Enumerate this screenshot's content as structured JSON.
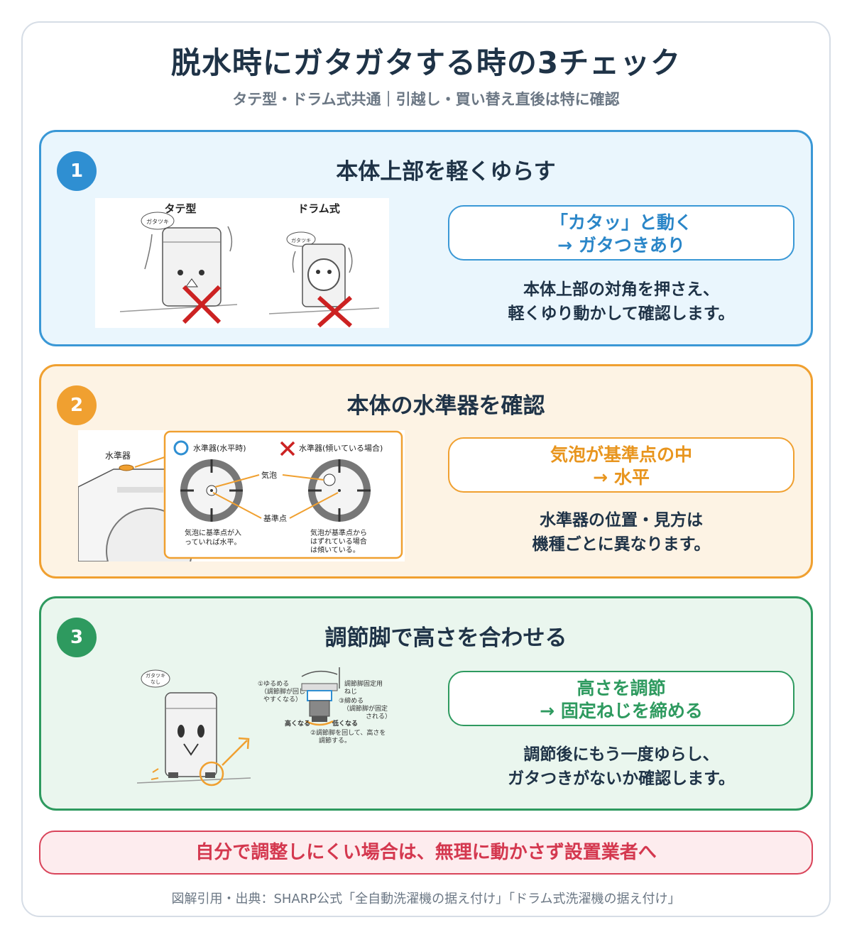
{
  "header": {
    "title": "脱水時にガタガタする時の3チェック",
    "subtitle": "タテ型・ドラム式共通｜引越し・買い替え直後は特に確認"
  },
  "checks": [
    {
      "number": "1",
      "title": "本体上部を軽くゆらす",
      "illustration": {
        "label_left": "タテ型",
        "label_right": "ドラム式",
        "bubble": "ガタツキ"
      },
      "highlight": [
        "「カタッ」と動く",
        "→ ガタつきあり"
      ],
      "description": [
        "本体上部の対角を押さえ、",
        "軽くゆり動かして確認します。"
      ]
    },
    {
      "number": "2",
      "title": "本体の水準器を確認",
      "illustration": {
        "device_label": "水準器",
        "ok_label": "水準器(水平時)",
        "ng_label": "水準器(傾いている場合)",
        "bubble_label": "気泡",
        "base_label": "基準点",
        "ok_note": [
          "気泡に基準点が入",
          "っていれば水平。"
        ],
        "ng_note": [
          "気泡が基準点から",
          "はずれている場合",
          "は傾いている。"
        ]
      },
      "highlight": [
        "気泡が基準点の中",
        "→ 水平"
      ],
      "description": [
        "水準器の位置・見方は",
        "機種ごとに異なります。"
      ]
    },
    {
      "number": "3",
      "title": "調節脚で高さを合わせる",
      "illustration": {
        "bubble": [
          "ガタツキ",
          "なし"
        ],
        "step1": [
          "①ゆるめる",
          "（調節脚が回し",
          "やすくなる）"
        ],
        "screw": [
          "調節脚固定用",
          "ねじ"
        ],
        "step3": [
          "③締める",
          "（調節脚が固定",
          "される）"
        ],
        "higher": "高くなる",
        "lower": "低くなる",
        "step2": [
          "②調節脚を回して、高さを",
          "調節する。"
        ]
      },
      "highlight": [
        "高さを調節",
        "→ 固定ねじを締める"
      ],
      "description": [
        "調節後にもう一度ゆらし、",
        "ガタつきがないか確認します。"
      ]
    }
  ],
  "warning": "自分で調整しにくい場合は、無理に動かさず設置業者へ",
  "source": "図解引用・出典：SHARP公式「全自動洗濯機の据え付け」「ドラム式洗濯機の据え付け」",
  "colors": {
    "blue": "#3a98d6",
    "orange": "#f0a030",
    "green": "#2e9a5f",
    "red": "#d9445a",
    "navy": "#1f3347"
  }
}
